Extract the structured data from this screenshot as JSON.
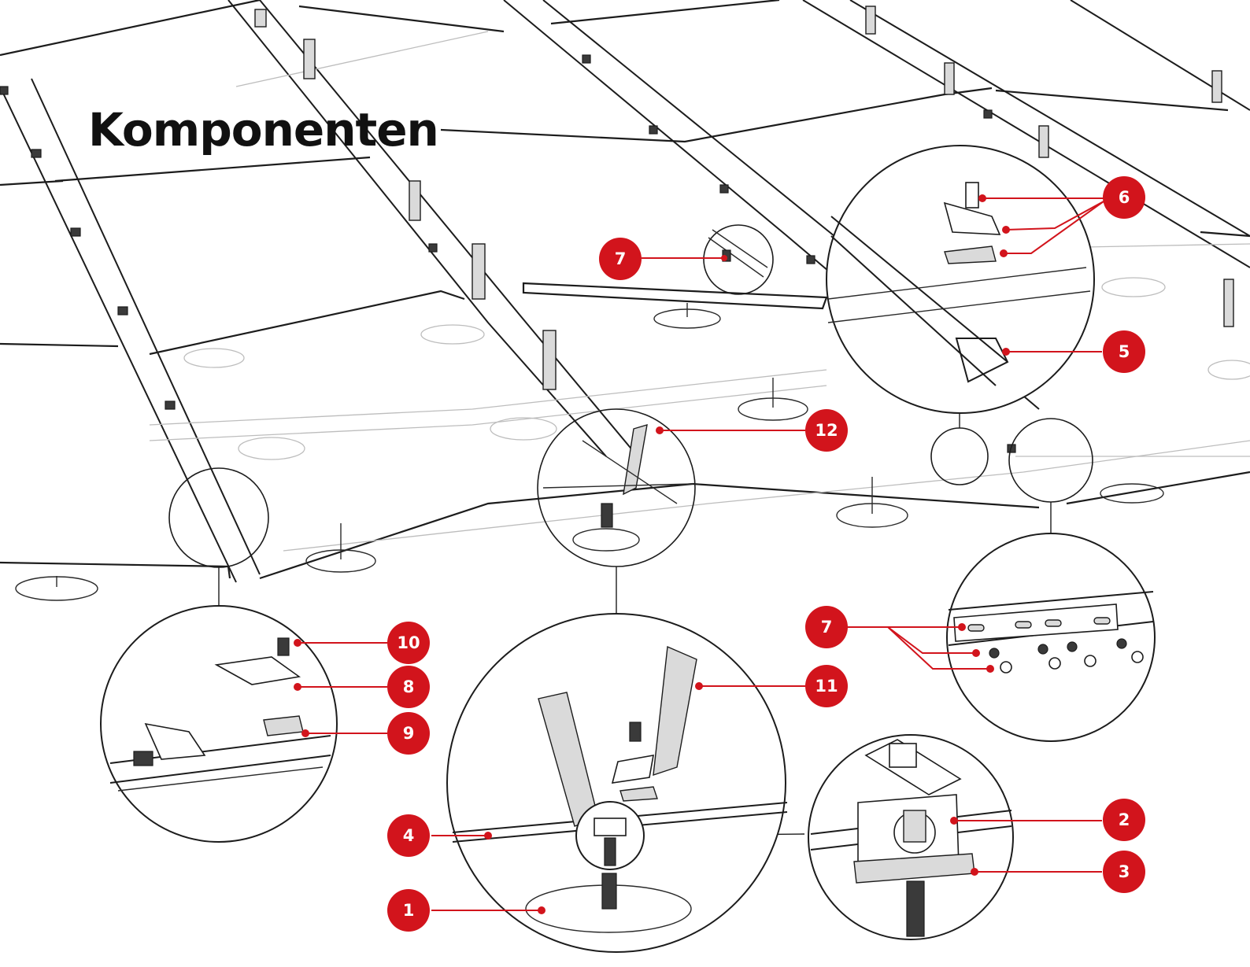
{
  "title": "Komponenten",
  "colors": {
    "accent": "#d2141c",
    "line": "#1c1c1c",
    "background": "#ffffff"
  },
  "callouts": {
    "c1": "1",
    "c2": "2",
    "c3": "3",
    "c4": "4",
    "c5": "5",
    "c6": "6",
    "c7_top": "7",
    "c7_detail": "7",
    "c8": "8",
    "c9": "9",
    "c10": "10",
    "c11": "11",
    "c12": "12"
  }
}
